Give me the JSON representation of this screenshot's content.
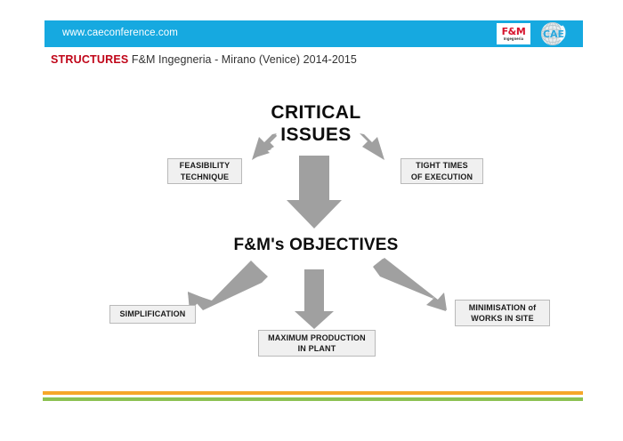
{
  "header": {
    "url": "www.caeconference.com",
    "bar_color": "#16a9e0",
    "logo_fm": {
      "main": "F&M",
      "sub": "Ingegneria",
      "color": "#d6122b"
    },
    "logo_cae": {
      "text": "CAE"
    }
  },
  "subtitle": {
    "keyword": "STRUCTURES",
    "keyword_color": "#c00418",
    "rest": "F&M Ingegneria - Mirano (Venice) 2014-2015"
  },
  "diagram": {
    "critical_issues": {
      "line1": "CRITICAL",
      "line2": "ISSUES"
    },
    "objectives": "F&M's OBJECTIVES",
    "issue_boxes": [
      {
        "line1": "FEASIBILITY",
        "line2": "TECHNIQUE"
      },
      {
        "line1": "TIGHT TIMES",
        "line2": "OF EXECUTION"
      }
    ],
    "objective_boxes": [
      {
        "line1": "SIMPLIFICATION",
        "line2": ""
      },
      {
        "line1": "MAXIMUM PRODUCTION",
        "line2": "IN PLANT"
      },
      {
        "line1": "MINIMISATION of",
        "line2": "WORKS IN SITE"
      }
    ],
    "arrow_color": "#a0a0a0"
  },
  "footer": {
    "orange_color": "#f6a72a",
    "green_color": "#8cc152"
  }
}
